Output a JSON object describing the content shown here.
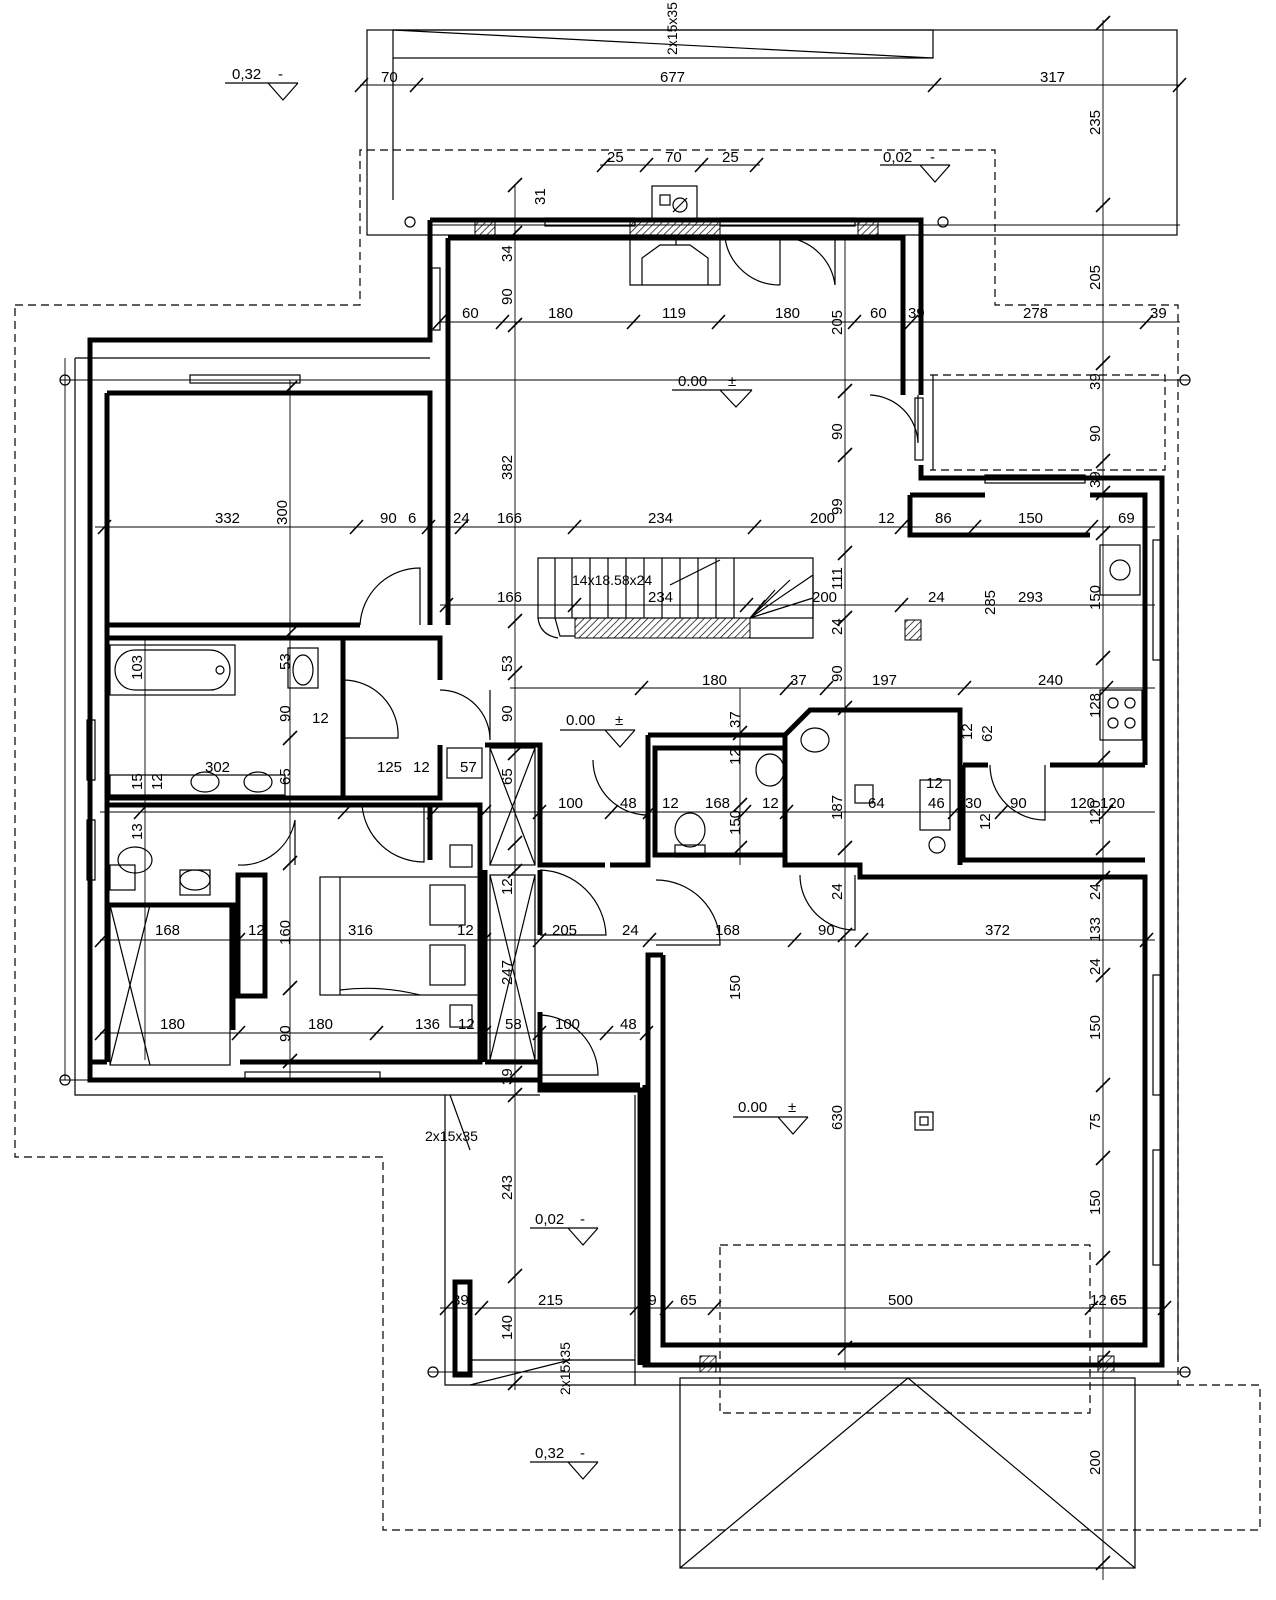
{
  "levels": [
    {
      "id": "lvl-top-left",
      "value": "0,32",
      "sign": "-"
    },
    {
      "id": "lvl-terrace",
      "value": "0,02",
      "sign": "-"
    },
    {
      "id": "lvl-living",
      "value": "0.00",
      "sign": "±"
    },
    {
      "id": "lvl-hall",
      "value": "0.00",
      "sign": "±"
    },
    {
      "id": "lvl-garage",
      "value": "0.00",
      "sign": "±"
    },
    {
      "id": "lvl-porch",
      "value": "0,02",
      "sign": "-"
    },
    {
      "id": "lvl-bottom",
      "value": "0,32",
      "sign": "-"
    }
  ],
  "notes": {
    "pergola_top": "2x15x35",
    "pergola_left": "2x15x35",
    "pergola_bottom": "2x15x35",
    "stairs": "14x18.58x24"
  },
  "dims": {
    "top": [
      "70",
      "677",
      "317"
    ],
    "chimney": [
      "25",
      "70",
      "25",
      "31"
    ],
    "right_side": [
      "235",
      "205",
      "39",
      "90",
      "39",
      "69",
      "150",
      "128",
      "120",
      "24",
      "133",
      "150",
      "75",
      "150",
      "65",
      "200"
    ],
    "living_row": [
      "60",
      "180",
      "119",
      "180",
      "60",
      "39",
      "278",
      "39",
      "205",
      "90"
    ],
    "upper_row": [
      "332",
      "300",
      "90",
      "6",
      "24",
      "166",
      "234",
      "200",
      "12",
      "86",
      "150",
      "99"
    ],
    "stair_row": [
      "166",
      "234",
      "200",
      "111",
      "24",
      "285",
      "293",
      "24",
      "34",
      "90",
      "382"
    ],
    "hall_row": [
      "53",
      "90",
      "12",
      "180",
      "37",
      "197",
      "240",
      "90",
      "37",
      "12",
      "62",
      "12",
      "187",
      "53",
      "90",
      "65"
    ],
    "bath_row": [
      "103",
      "302",
      "125",
      "12",
      "57",
      "65",
      "15",
      "12",
      "100",
      "48",
      "12",
      "168",
      "12",
      "64",
      "46",
      "12",
      "30",
      "90",
      "120",
      "12",
      "120",
      "150",
      "13"
    ],
    "bedroom_row": [
      "168",
      "12",
      "160",
      "316",
      "12",
      "247",
      "205",
      "24",
      "168",
      "90",
      "372",
      "12",
      "24",
      "150",
      "24"
    ],
    "lower_row": [
      "180",
      "90",
      "180",
      "136",
      "12",
      "58",
      "100",
      "48",
      "39",
      "630"
    ],
    "porch": [
      "243",
      "39",
      "215",
      "39",
      "65",
      "500",
      "12",
      "65",
      "140"
    ]
  }
}
